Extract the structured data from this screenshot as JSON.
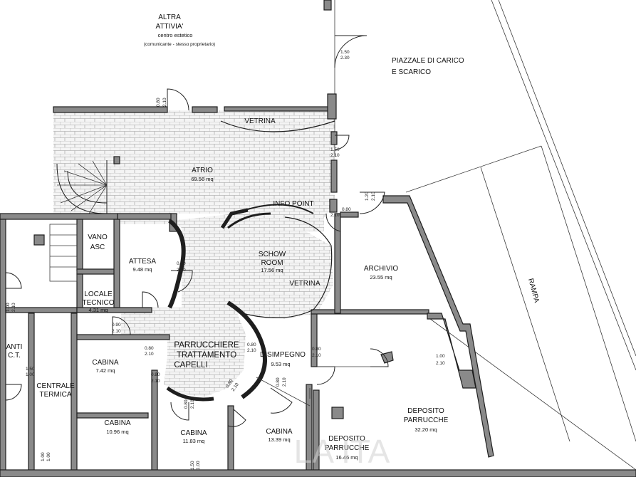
{
  "plan": {
    "neighbor": {
      "line1": "ALTRA",
      "line2": "ATTIVIA'",
      "line3": "centro estetico",
      "line4": "(comunicante - stesso proprietario)"
    },
    "outside": {
      "piazzale_line1": "PIAZZALE DI CARICO",
      "piazzale_line2": "E SCARICO",
      "rampa": "RAMPA"
    },
    "rooms": {
      "vetrina_top": "VETRINA",
      "atrio": "ATRIO",
      "atrio_area": "69.56 mq",
      "info_point": "INFO POINT",
      "vano_asc_1": "VANO",
      "vano_asc_2": "ASC",
      "attesa": "ATTESA",
      "attesa_area": "9.48 mq",
      "show_room_1": "SCHOW",
      "show_room_2": "ROOM",
      "show_room_area": "17.56 mq",
      "vetrina_round": "VETRINA",
      "archivio": "ARCHIVIO",
      "archivio_area": "23.55 mq",
      "locale_tecnico_1": "LOCALE",
      "locale_tecnico_2": "TECNICO",
      "locale_tecnico_area": "4.31 mq",
      "anti_ct_1": "ANTI",
      "anti_ct_2": "C.T.",
      "centrale_termica_1": "CENTRALE",
      "centrale_termica_2": "TERMICA",
      "parrucchiere_1": "PARRUCCHIERE",
      "parrucchiere_2": "TRATTAMENTO",
      "parrucchiere_3": "CAPELLI",
      "disimpegno": "DISIMPEGNO",
      "disimpegno_area": "9.53 mq",
      "cabina1": "CABINA",
      "cabina1_area": "7.42 mq",
      "cabina2": "CABINA",
      "cabina2_area": "10.96 mq",
      "cabina3": "CABINA",
      "cabina3_area": "11.83 mq",
      "cabina4": "CABINA",
      "cabina4_area": "13.39 mq",
      "deposito_small_1": "DEPOSITO",
      "deposito_small_2": "PARRUCCHE",
      "deposito_small_area": "16.46 mq",
      "deposito_big_1": "DEPOSITO",
      "deposito_big_2": "PARRUCCHE",
      "deposito_big_area": "32.20 mq"
    },
    "doors": {
      "d1": {
        "w": "1.50",
        "h": "2.30"
      },
      "d2": {
        "w": "0.80",
        "h": "2.10"
      },
      "d3": {
        "w": "1.50",
        "h": "2.10"
      },
      "d4": {
        "w": "1.20",
        "h": "2.10"
      },
      "d5": {
        "w": "0.80",
        "h": "2.10"
      },
      "d6": {
        "w": "0.80",
        "h": "2.10"
      },
      "d7": {
        "w": "1.00",
        "h": "2.10"
      },
      "d8": {
        "w": "0.90",
        "h": "2.10"
      },
      "d9": {
        "w": "0.80",
        "h": "2.10"
      },
      "d10": {
        "w": "0.80",
        "h": "2.10"
      },
      "d11": {
        "w": "0.80",
        "h": "2.10"
      },
      "d12": {
        "w": "0.80",
        "h": "2.10"
      },
      "d13": {
        "w": "0.80",
        "h": "2.10"
      },
      "d14": {
        "w": "0.80",
        "h": "2.10"
      },
      "d15": {
        "w": "0.80",
        "h": "2.10"
      },
      "d16": {
        "w": "1.50",
        "h": "1.00"
      },
      "d17": {
        "w": "1.00",
        "h": "2.10"
      },
      "d18": {
        "w": "1.00",
        "h": "1.00"
      },
      "d19": {
        "w": "1.50",
        "h": "1.00"
      }
    },
    "watermark": "LA ITA"
  }
}
